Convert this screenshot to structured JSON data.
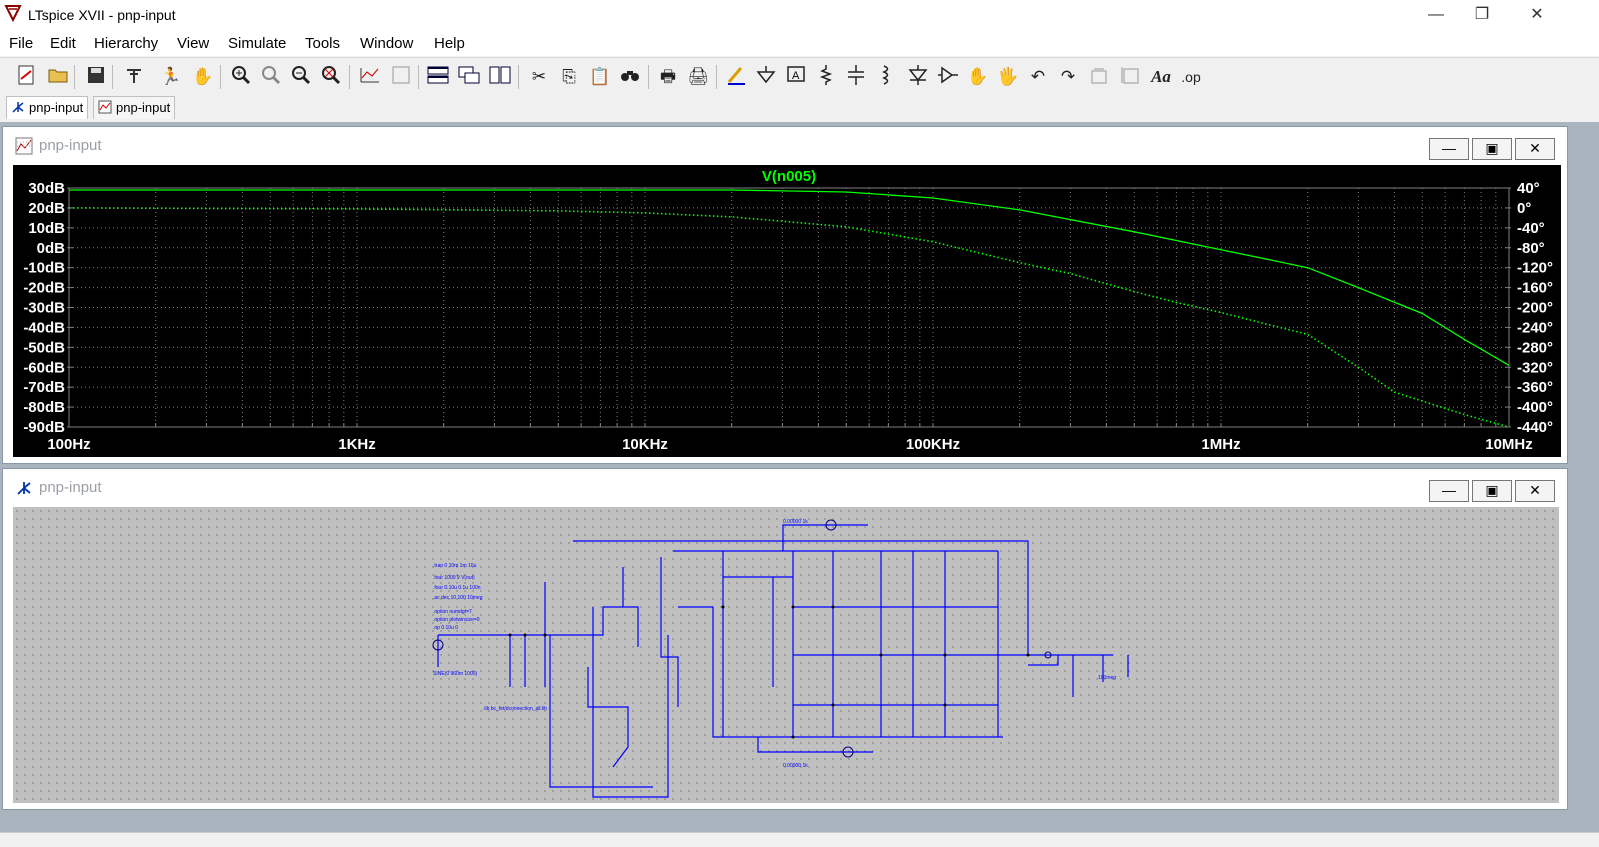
{
  "window": {
    "title": "LTspice XVII - pnp-input",
    "controls": {
      "minimize": "—",
      "restore": "❐",
      "close": "✕"
    }
  },
  "menu": [
    "File",
    "Edit",
    "Hierarchy",
    "View",
    "Simulate",
    "Tools",
    "Window",
    "Help"
  ],
  "toolbar": {
    "icons": [
      "new-schematic-icon",
      "open-icon",
      "save-icon",
      "control-panel-icon",
      "run-icon",
      "pan-icon",
      "zoom-in-icon",
      "zoom-icon",
      "zoom-out-icon",
      "zoom-cancel-icon",
      "autorange-icon",
      "waveform-icon",
      "tile-horizontal-icon",
      "cascade-icon",
      "tile-vertical-icon",
      "cut-icon",
      "copy-icon",
      "paste-icon",
      "find-icon",
      "print-setup-icon",
      "print-icon",
      "draw-wire-icon",
      "ground-icon",
      "label-net-icon",
      "resistor-icon",
      "capacitor-icon",
      "inductor-icon",
      "diode-icon",
      "component-icon",
      "move-icon",
      "drag-icon",
      "undo-icon",
      "redo-icon",
      "rotate-icon",
      "mirror-icon",
      "text-icon",
      "spice-directive-icon"
    ],
    "text_label": "Aa",
    "op_label": ".op"
  },
  "tabs": [
    {
      "label": "pnp-input",
      "active": true,
      "icon": "schematic-icon"
    },
    {
      "label": "pnp-input",
      "active": false,
      "icon": "waveform-icon"
    }
  ],
  "plot_window": {
    "title": "pnp-input",
    "controls": {
      "minimize": "—",
      "restore": "▣",
      "close": "✕"
    }
  },
  "schematic_window": {
    "title": "pnp-input",
    "controls": {
      "minimize": "—",
      "restore": "▣",
      "close": "✕"
    }
  },
  "colors": {
    "trace": "#00ff00",
    "grid": "#808080",
    "wire": "#0000ff",
    "text": "#ffffff",
    "plot_bg": "#000000",
    "schematic_bg": "#c0c0c0"
  },
  "chart_data": {
    "type": "line",
    "title": "V(n005)",
    "x_scale": "log",
    "xlim": [
      100,
      10000000
    ],
    "x_ticks": [
      "100Hz",
      "1KHz",
      "10KHz",
      "100KHz",
      "1MHz",
      "10MHz"
    ],
    "y_left_ticks": [
      "30dB",
      "20dB",
      "10dB",
      "0dB",
      "-10dB",
      "-20dB",
      "-30dB",
      "-40dB",
      "-50dB",
      "-60dB",
      "-70dB",
      "-80dB",
      "-90dB"
    ],
    "y_left_lim": [
      -90,
      30
    ],
    "y_right_ticks": [
      "40°",
      "0°",
      "-40°",
      "-80°",
      "-120°",
      "-160°",
      "-200°",
      "-240°",
      "-280°",
      "-320°",
      "-360°",
      "-400°",
      "-440°"
    ],
    "y_right_lim": [
      -440,
      40
    ],
    "grid": true,
    "series": [
      {
        "name": "V(n005)",
        "style": "solid",
        "axis": "left",
        "x": [
          100,
          1000,
          10000,
          20000,
          50000,
          100000,
          200000,
          500000,
          1000000,
          2000000,
          3000000,
          5000000,
          7000000,
          10000000
        ],
        "values": [
          29,
          29,
          29,
          29,
          28,
          25,
          19,
          8,
          -1,
          -10,
          -20,
          -33,
          -46,
          -59
        ]
      },
      {
        "style": "dotted",
        "axis": "right",
        "x": [
          100,
          1000,
          5000,
          10000,
          20000,
          50000,
          100000,
          200000,
          300000,
          500000,
          700000,
          1000000,
          1500000,
          2000000,
          3000000,
          4000000,
          7000000,
          10000000
        ],
        "values": [
          0,
          -2,
          -6,
          -10,
          -18,
          -38,
          -68,
          -110,
          -132,
          -168,
          -190,
          -210,
          -236,
          -254,
          -320,
          -370,
          -415,
          -440
        ]
      }
    ]
  }
}
